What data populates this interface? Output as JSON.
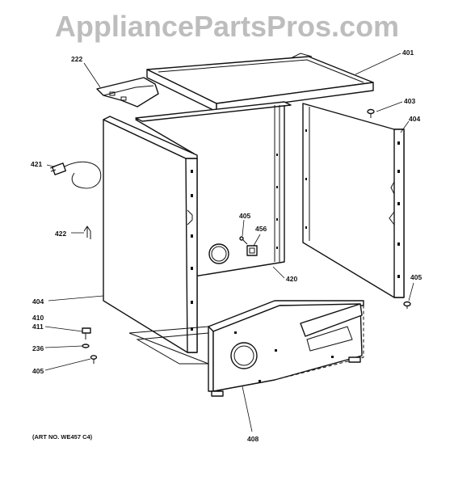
{
  "watermark": "AppliancePartsPros.com",
  "art_number": "(ART NO. WE457 C4)",
  "callouts": {
    "c401": "401",
    "c222": "222",
    "c403": "403",
    "c404_right": "404",
    "c421": "421",
    "c405_mid": "405",
    "c456": "456",
    "c422": "422",
    "c420": "420",
    "c405_right": "405",
    "c404_left": "404",
    "c410": "410",
    "c411": "411",
    "c236": "236",
    "c405_left": "405",
    "c408": "408"
  }
}
